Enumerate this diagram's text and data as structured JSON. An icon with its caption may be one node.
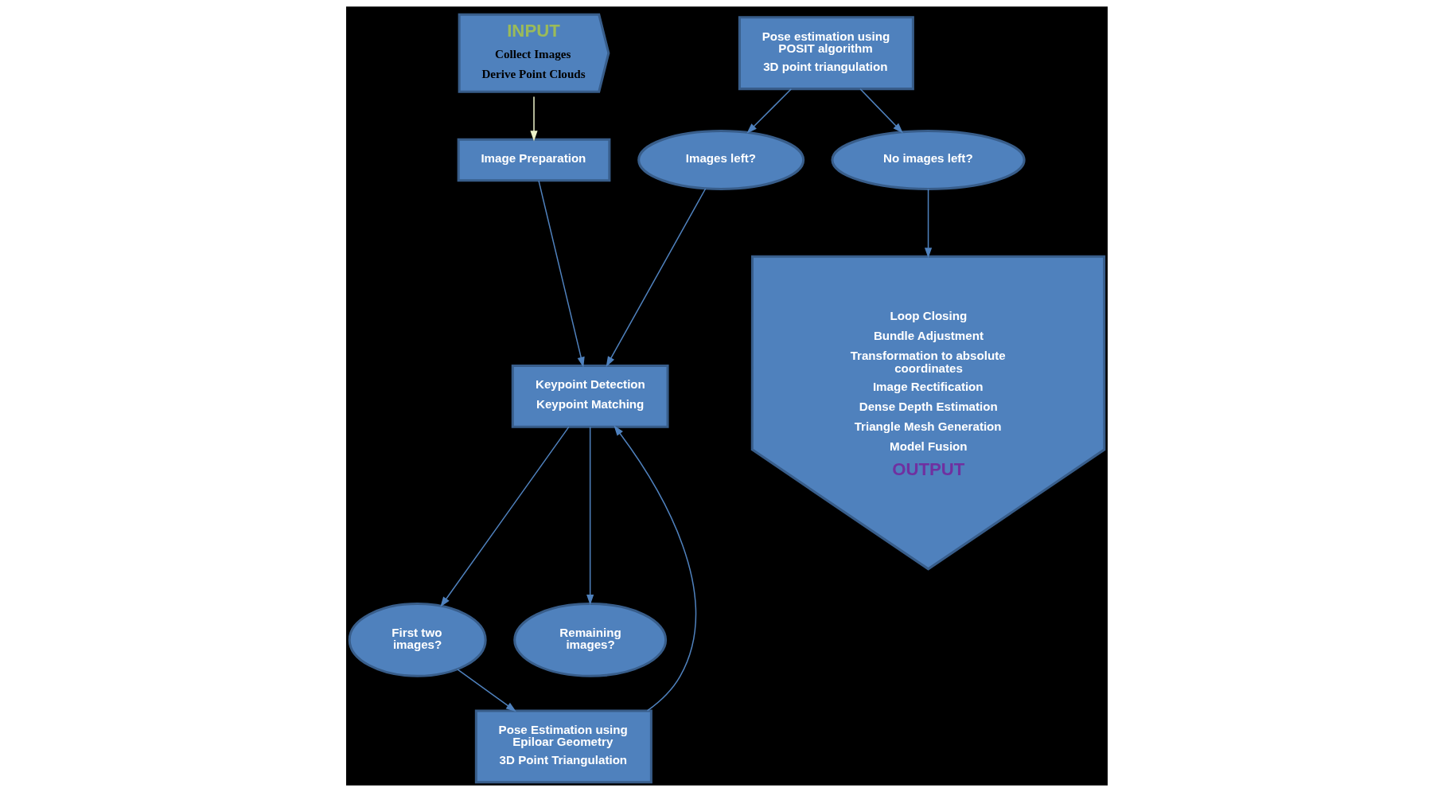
{
  "diagram": {
    "nodes": [
      {
        "text": [
          "INPUT",
          "Collect Images",
          "Derive Point Clouds"
        ]
      },
      {
        "text": [
          "Image Preparation"
        ]
      },
      {
        "text": [
          "Keypoint Detection",
          "Keypoint Matching"
        ]
      },
      {
        "text": [
          "Images left?"
        ]
      },
      {
        "text": [
          "No images left?"
        ]
      },
      {
        "text": [
          "Loop Closing",
          "Bundle Adjustment",
          "Transformation to absolute coordinates",
          "Image Rectification",
          "Dense Depth Estimation",
          "Triangle Mesh Generation",
          "Model Fusion",
          "OUTPUT"
        ]
      },
      {
        "text": [
          "Pose Estimation using Epiloar Geometry",
          "3D Point Triangulation"
        ]
      },
      {
        "text": [
          "First two images?"
        ]
      },
      {
        "text": [
          "Remaining images?"
        ]
      },
      {
        "text": [
          "Pose estimation using POSIT algorithm",
          "3D point triangulation"
        ]
      }
    ],
    "edges": [
      {
        "from": 0,
        "to": 1,
        "arrow": "to",
        "color": "#ebf1c8"
      },
      {
        "from": 1,
        "to": 2,
        "arrow": "to"
      },
      {
        "from": 3,
        "to": 2,
        "arrow": "to"
      },
      {
        "from": 4,
        "to": 5,
        "arrow": "to"
      },
      {
        "from": 2,
        "to": 7,
        "arrow": "to"
      },
      {
        "from": 2,
        "to": 8,
        "arrow": "to"
      },
      {
        "from": 7,
        "to": 6,
        "arrow": "to"
      },
      {
        "from": 6,
        "to": 2,
        "arrow": "to"
      },
      {
        "from": 9,
        "to": 3,
        "arrow": "to"
      },
      {
        "from": 9,
        "to": 4,
        "arrow": "to"
      }
    ]
  }
}
